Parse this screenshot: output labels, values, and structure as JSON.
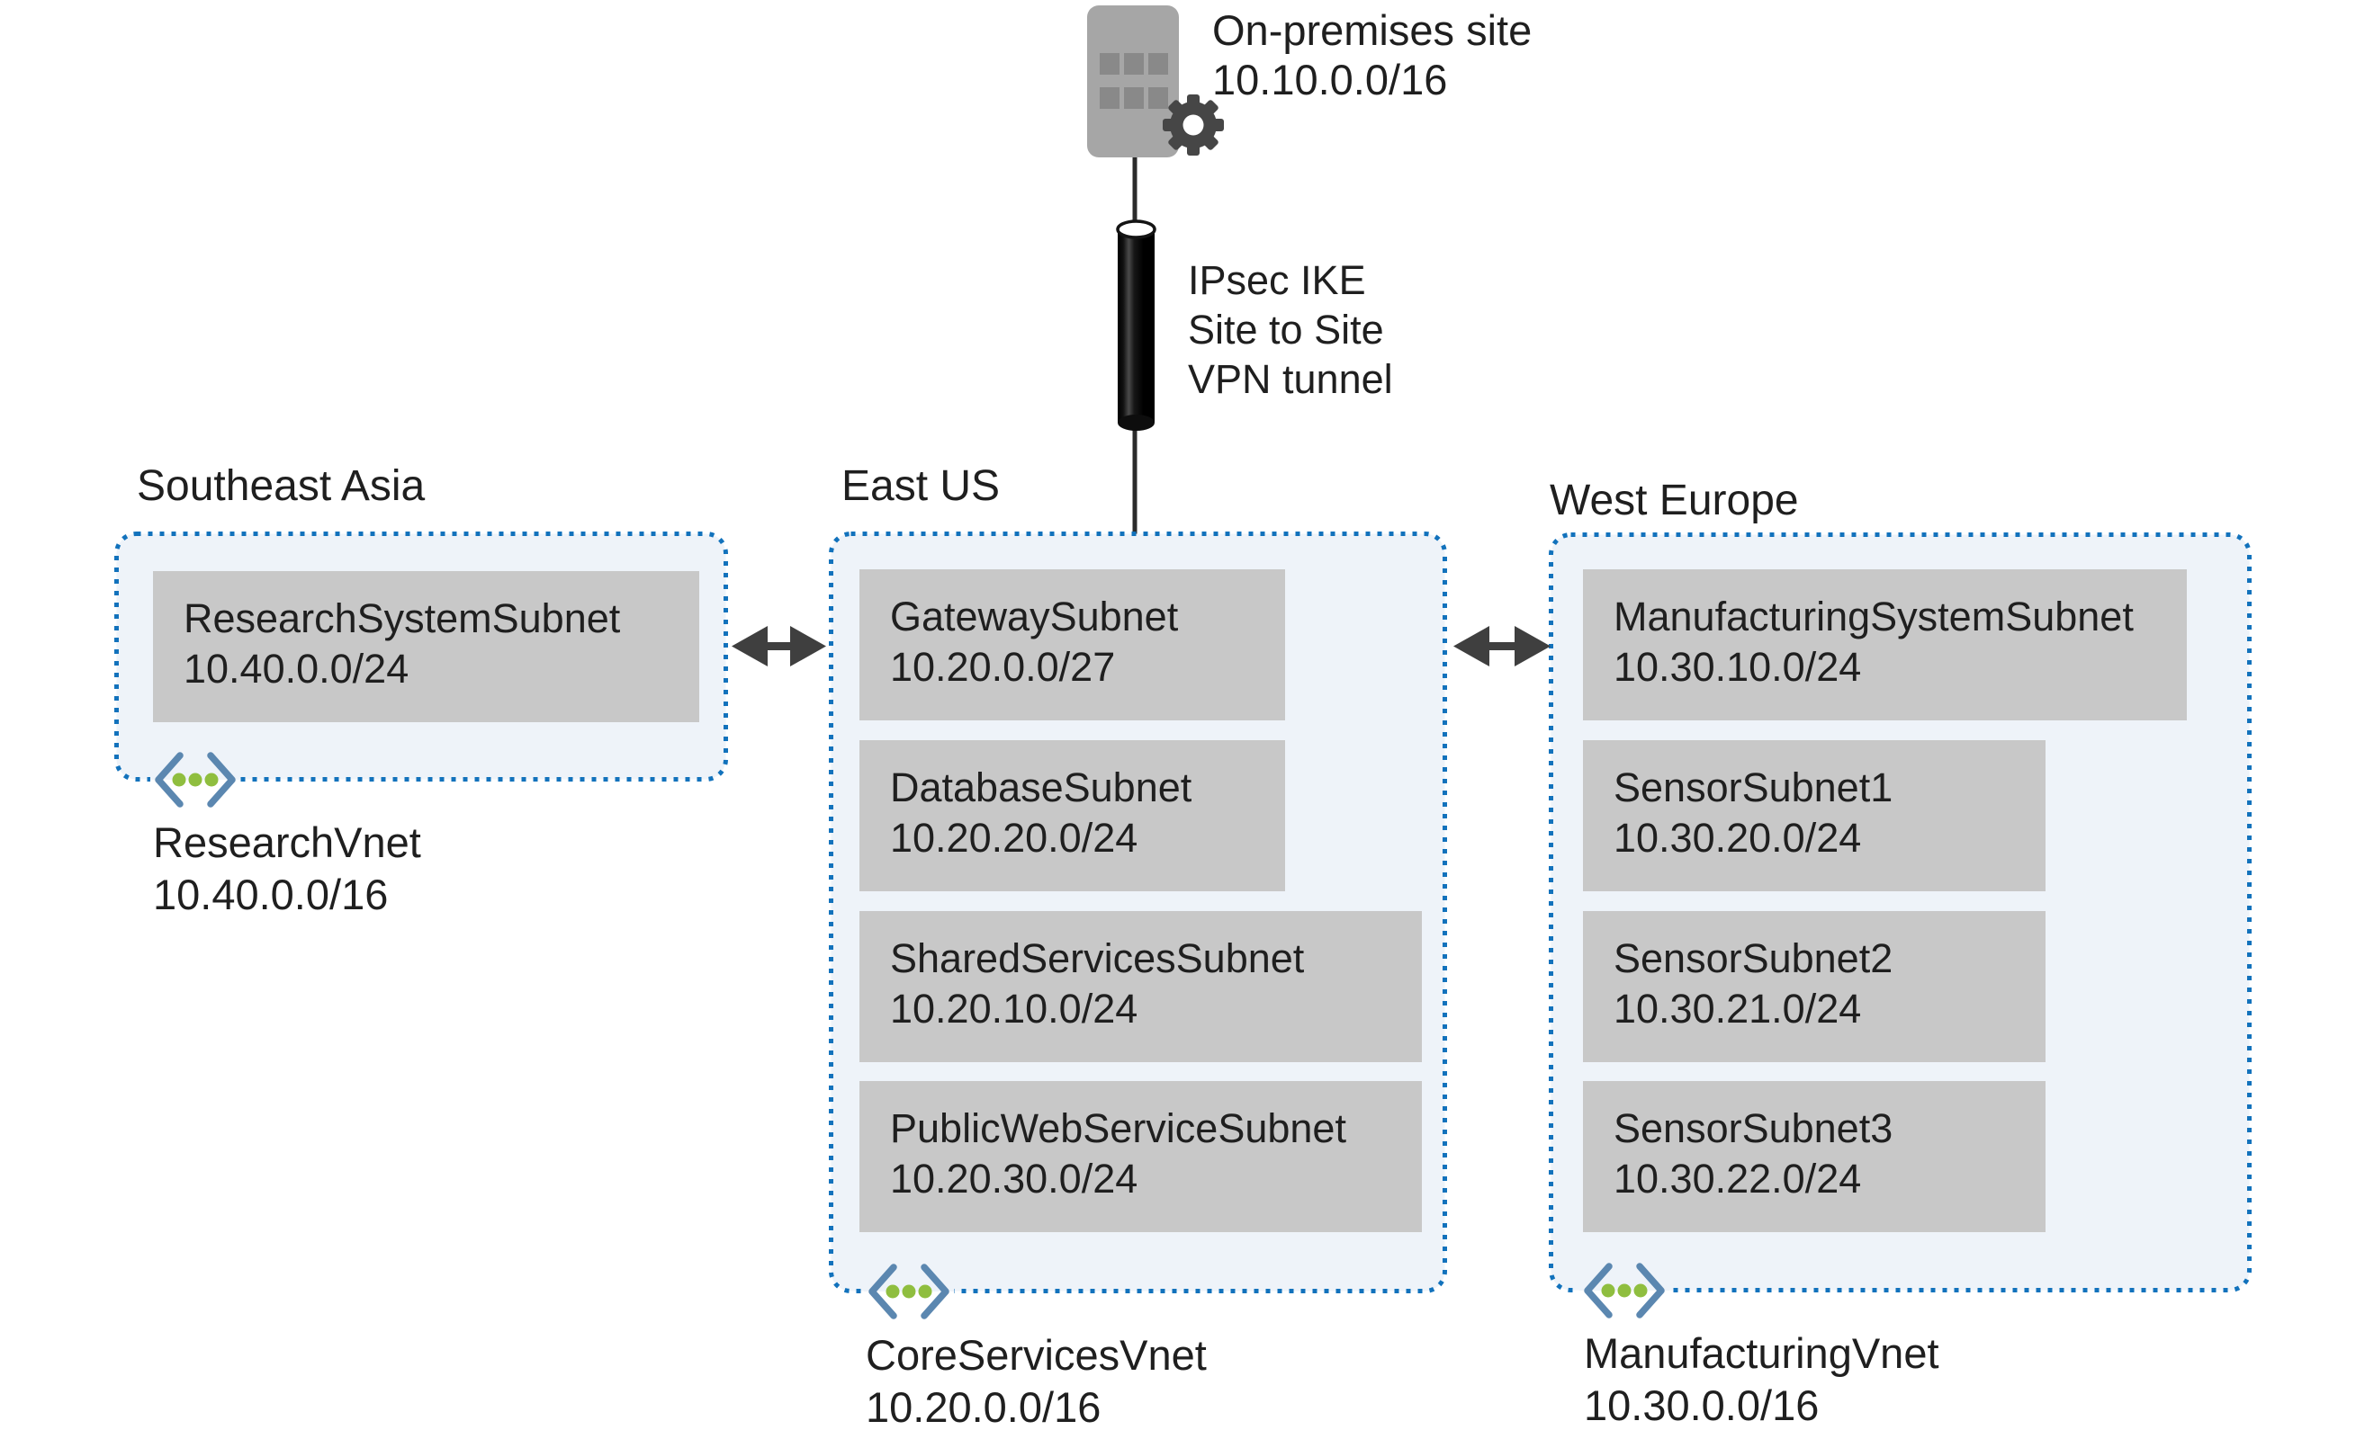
{
  "diagram": {
    "on_premises": {
      "label": "On-premises site",
      "cidr": "10.10.0.0/16"
    },
    "vpn_tunnel": {
      "line1": "IPsec IKE",
      "line2": "Site to Site",
      "line3": "VPN tunnel"
    },
    "regions": [
      {
        "name": "Southeast Asia",
        "vnet": {
          "name": "ResearchVnet",
          "cidr": "10.40.0.0/16"
        },
        "subnets": [
          {
            "name": "ResearchSystemSubnet",
            "cidr": "10.40.0.0/24"
          }
        ]
      },
      {
        "name": "East US",
        "vnet": {
          "name": "CoreServicesVnet",
          "cidr": "10.20.0.0/16"
        },
        "subnets": [
          {
            "name": "GatewaySubnet",
            "cidr": "10.20.0.0/27"
          },
          {
            "name": "DatabaseSubnet",
            "cidr": "10.20.20.0/24"
          },
          {
            "name": "SharedServicesSubnet",
            "cidr": "10.20.10.0/24"
          },
          {
            "name": "PublicWebServiceSubnet",
            "cidr": "10.20.30.0/24"
          }
        ]
      },
      {
        "name": "West Europe",
        "vnet": {
          "name": "ManufacturingVnet",
          "cidr": "10.30.0.0/16"
        },
        "subnets": [
          {
            "name": "ManufacturingSystemSubnet",
            "cidr": "10.30.10.0/24"
          },
          {
            "name": "SensorSubnet1",
            "cidr": "10.30.20.0/24"
          },
          {
            "name": "SensorSubnet2",
            "cidr": "10.30.21.0/24"
          },
          {
            "name": "SensorSubnet3",
            "cidr": "10.30.22.0/24"
          }
        ]
      }
    ],
    "colors": {
      "region_fill": "#eef3f9",
      "region_border": "#1272bc",
      "subnet_fill": "#c8c8c8",
      "text": "#1f1f1f",
      "vnet_chevron": "#5b87b0",
      "vnet_dots": "#8fbe3f",
      "arrow": "#3f3f3f",
      "building": "#a6a6a6",
      "building_window": "#898989",
      "gear": "#464646",
      "cylinder": "#0d0d0d",
      "line": "#2b2b2b"
    }
  }
}
